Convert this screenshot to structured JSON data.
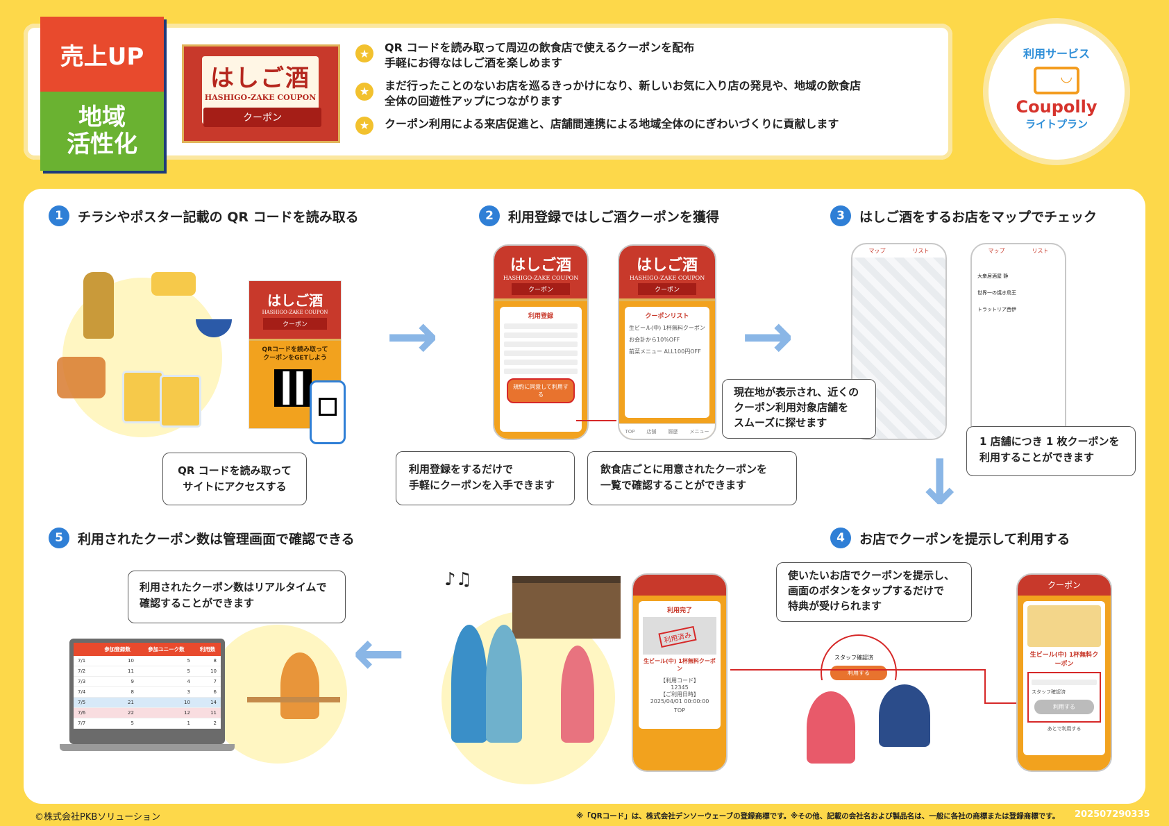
{
  "header": {
    "badge_top": "売上UP",
    "badge_bottom_1": "地域",
    "badge_bottom_2": "活性化",
    "logo": {
      "title": "はしご酒",
      "subtitle": "HASHIGO-ZAKE COUPON",
      "ribbon": "クーポン"
    },
    "bullets": [
      {
        "line1": "QR コードを読み取って周辺の飲食店で使えるクーポンを配布",
        "line2": "手軽にお得なはしご酒を楽しめます"
      },
      {
        "line1": "まだ行ったことのないお店を巡るきっかけになり、新しいお気に入り店の発見や、地域の飲食店",
        "line2": "全体の回遊性アップにつながります"
      },
      {
        "line1": "クーポン利用による来店促進と、店舗間連携による地域全体のにぎわいづくりに貢献します",
        "line2": ""
      }
    ]
  },
  "service": {
    "label": "利用サービス",
    "brand": "Coupolly",
    "plan": "ライトプラン"
  },
  "steps": [
    {
      "num": "1",
      "title": "チラシやポスター記載の QR コードを読み取る"
    },
    {
      "num": "2",
      "title": "利用登録ではしご酒クーポンを獲得"
    },
    {
      "num": "3",
      "title": "はしご酒をするお店をマップでチェック"
    },
    {
      "num": "4",
      "title": "お店でクーポンを提示して利用する"
    },
    {
      "num": "5",
      "title": "利用されたクーポン数は管理画面で確認できる"
    }
  ],
  "callouts": {
    "c1": {
      "l1": "QR コードを読み取って",
      "l2": "サイトにアクセスする"
    },
    "c2": {
      "l1": "利用登録をするだけで",
      "l2": "手軽にクーポンを入手できます"
    },
    "c3": {
      "l1": "飲食店ごとに用意されたクーポンを",
      "l2": "一覧で確認することができます"
    },
    "c4": {
      "l1": "現在地が表示され、近くの",
      "l2": "クーポン利用対象店舗を",
      "l3": "スムーズに探せます"
    },
    "c5": {
      "l1": "1 店舗につき 1 枚クーポンを",
      "l2": "利用することができます"
    },
    "c6": {
      "l1": "使いたいお店でクーポンを提示し、",
      "l2": "画面のボタンをタップするだけで",
      "l3": "特典が受けられます"
    },
    "c7": {
      "l1": "利用されたクーポン数はリアルタイムで",
      "l2": "確認することができます"
    }
  },
  "flyer": {
    "title": "はしご酒",
    "subtitle": "HASHIGO-ZAKE COUPON",
    "ribbon": "クーポン",
    "msg1": "QRコードを読み取って",
    "msg2": "クーポンをGETしよう"
  },
  "phones": {
    "register": {
      "title": "利用登録",
      "button": "規約に同意して利用する"
    },
    "list": {
      "title": "クーポンリスト",
      "items": [
        "生ビール(中) 1杯無料クーポン",
        "お会計から10%OFF",
        "前菜メニュー ALL100円OFF"
      ]
    },
    "map_tabs": [
      "マップ",
      "リスト"
    ],
    "shops": [
      "大衆居酒屋 静",
      "世界一の焼き鳥王",
      "トラットリア西伊"
    ],
    "used": {
      "title": "利用完了",
      "stamp": "利用済み",
      "coupon": "生ビール(中) 1杯無料クーポン",
      "code_label": "【利用コード】",
      "code": "12345",
      "date_label": "【ご利用日時】",
      "date": "2025/04/01 00:00:00",
      "top": "TOP"
    },
    "present": {
      "header": "クーポン",
      "coupon": "生ビール(中) 1杯無料クーポン",
      "check": "スタッフ確認済",
      "use": "利用する",
      "later": "あとで利用する"
    },
    "nav": [
      "TOP",
      "店舗",
      "履歴",
      "メニュー"
    ]
  },
  "admin_table": {
    "headers": [
      "",
      "参加登録数",
      "参加ユニーク数",
      "利用数"
    ],
    "rows": [
      [
        "7/1",
        "10",
        "5",
        "8"
      ],
      [
        "7/2",
        "11",
        "5",
        "10"
      ],
      [
        "7/3",
        "9",
        "4",
        "7"
      ],
      [
        "7/4",
        "8",
        "3",
        "6"
      ],
      [
        "7/5",
        "21",
        "10",
        "14"
      ],
      [
        "7/6",
        "22",
        "12",
        "11"
      ],
      [
        "7/7",
        "5",
        "1",
        "2"
      ]
    ]
  },
  "footer": {
    "copyright": "©株式会社PKBソリューション",
    "trademark": "※「QRコード」は、株式会社デンソーウェーブの登録商標です。※その他、記載の会社名および製品名は、一般に各社の商標または登録商標です。",
    "code": "202507290335"
  },
  "colors": {
    "red": "#e84a2d",
    "green": "#6ab231",
    "yellow": "#fdd84a",
    "blue": "#2f7fd6",
    "orange": "#f2a21e"
  }
}
